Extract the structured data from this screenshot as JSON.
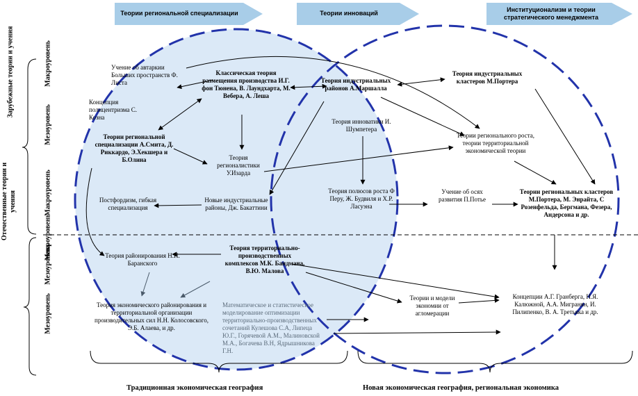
{
  "colors": {
    "header_arrow": "#a8cde8",
    "left_circle_fill": "#dbe9f7",
    "circle_stroke": "#2233aa",
    "arrow": "#000000",
    "gray_text": "#5b6b7a"
  },
  "headers": {
    "regional_specialization": "Теории региональной специализации",
    "innovation": "Теории инноваций",
    "institutionalism": "Институционализм и теории стратегического менеджмента"
  },
  "side_labels": {
    "foreign": "Зарубежные теории и учения",
    "domestic": "Отечественные  теории и учения",
    "macro1": "Макроуровень",
    "meso1": "Мезоуровень",
    "macro2": "Макроуровень",
    "macro3": "Макроуровень",
    "meso2": "Мезоуровень",
    "meso3": "Мезоуровень"
  },
  "nodes": {
    "autarky": "Учение об автаркии Больших пространств Ф. Листа",
    "polycentrism": "Концепция полицентризма С. Козна",
    "classical_location": "Классическая теория размещения производства И.Г. фон Тюнена, В. Лаундхарта, М. Вебера, А. Леша",
    "industrial_districts": "Теория индустриальных районов А.Маршалла",
    "porter_clusters": "Теория  индустриальных кластеров М.Портера",
    "regional_specialization": "Теории региональной специализации А.Смита, Д. Риккардо, Э.Хекшера и Б.Олина",
    "innovation_schumpeter": "Теория инноватики И. Шумпетера",
    "regional_growth": "Теории регионального роста, теории территориальной экономической теории",
    "isard": "Теория регионалистики У.Изарда",
    "postfordism": "Постфордизм, гибкая специализация",
    "new_districts": "Новые индустриальные районы, Дж. Бакаттини",
    "growth_poles": "Теория полюсов роста Ф Перу, Ж. Будвиля и Х.Р. Ласуэна",
    "axes": "Учение об осях развития П.Потье",
    "regional_clusters": "Теории региональных кластеров М.Портера, М. Энрайта, С Розенфельда, Бергмана, Фезера, Андерсона и др.",
    "baransky": "Теория районирования Н.Н. Баранского",
    "tpk": "Теория территориально-производственных комплексов М.К. Бандмана, В.Ю. Малова",
    "kolosovsky": "Теория экономического районирования  и территориальной организации производительных сил Н.Н. Колосовского, Э.Б. Алаева, и др.",
    "math_modeling": "Математическое и статистическое моделирование оптимизации территориально-производственных сочетаний Кулешова С.А, Липеца Ю.Г., Горячевой А.М., Малиновской М.А., Богачева В.Н, Ядрышникова Г.Н.",
    "agglomeration": "Теории и модели экономии от агломерации",
    "granberg": "Концепции А.Г. Гранберга, Н.Я. Калюжной, А.А. Мигранян, И. Пилипенко, В. А. Третьяка и др."
  },
  "footer": {
    "traditional": "Традиционная экономическая география",
    "new": "Новая  экономическая география, региональная экономика"
  }
}
